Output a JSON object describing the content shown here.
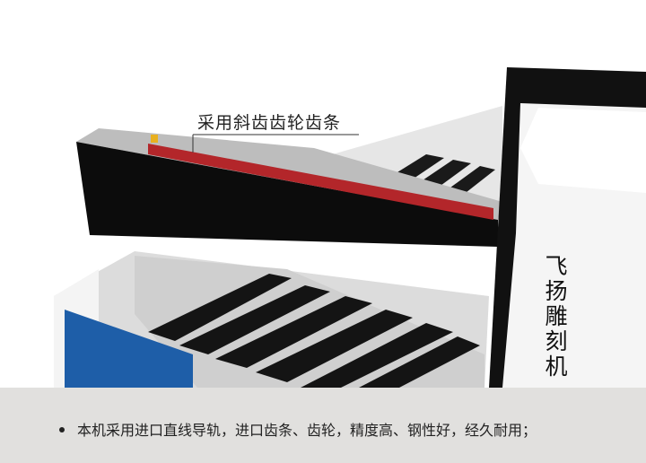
{
  "callout": {
    "label": "采用斜齿齿轮齿条"
  },
  "machine_head": {
    "label": "飞扬雕刻机"
  },
  "features": [
    "本机采用进口直线导轨，进口齿条、齿轮，精度高、钢性好，经久耐用；"
  ],
  "colors": {
    "rack": "#b3262a",
    "band": "#e1e0de",
    "beam": "#0c0c0c",
    "panel": "#1e5ea8"
  }
}
